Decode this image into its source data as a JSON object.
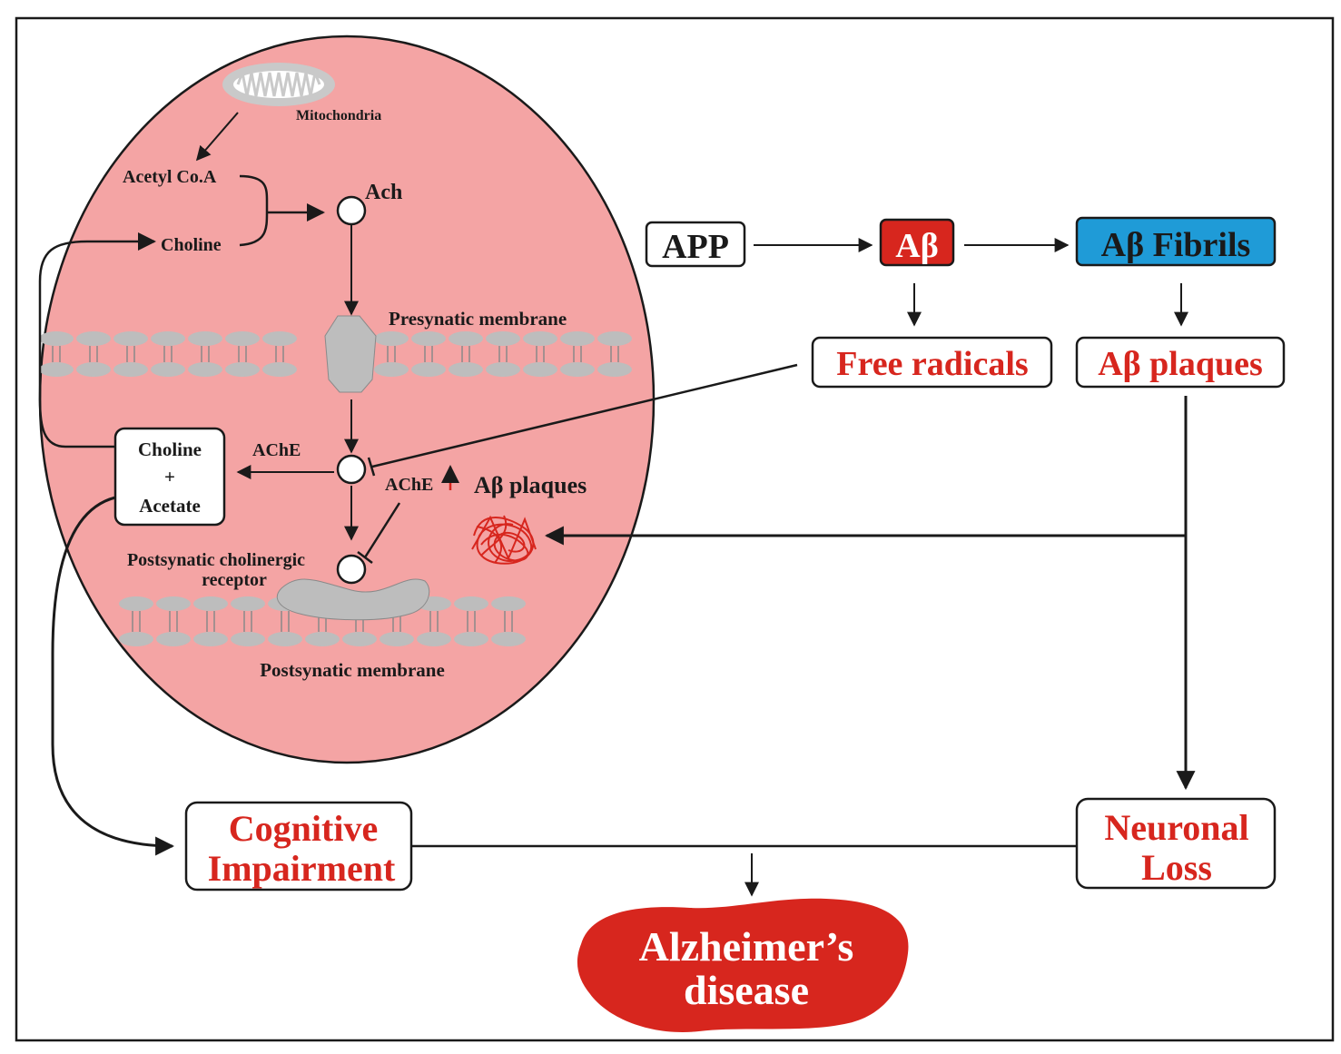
{
  "labels": {
    "mitochondria": "Mitochondria",
    "acetyl_coa": "Acetyl Co.A",
    "choline_top": "Choline",
    "ach": "Ach",
    "presynaptic_membrane": "Presynatic membrane",
    "choline_box_line1": "Choline",
    "choline_box_line2": "+",
    "choline_box_line3": "Acetate",
    "ache": "AChE",
    "ache_up": "AChE",
    "abeta_plaques_inner": "Aβ plaques",
    "postsynaptic_receptor_line1": "Postsynatic cholinergic",
    "postsynaptic_receptor_line2": "receptor",
    "postsynaptic_membrane": "Postsynatic membrane"
  },
  "nodes": {
    "app": "APP",
    "abeta": "Aβ",
    "abeta_fibrils": "Aβ Fibrils",
    "free_radicals": "Free radicals",
    "abeta_plaques": "Aβ plaques",
    "cognitive_line1": "Cognitive",
    "cognitive_line2": "Impairment",
    "neuronal_line1": "Neuronal",
    "neuronal_line2": "Loss",
    "alzheimers_line1": "Alzheimer’s",
    "alzheimers_line2": "disease"
  },
  "colors": {
    "cell_fill": "#f4a4a4",
    "membrane": "#bdbdbd",
    "abeta_box": "#d7261e",
    "fibrils_box": "#1f9bd7",
    "red_text": "#d7261e",
    "alzheimers_blob": "#d7261e"
  }
}
